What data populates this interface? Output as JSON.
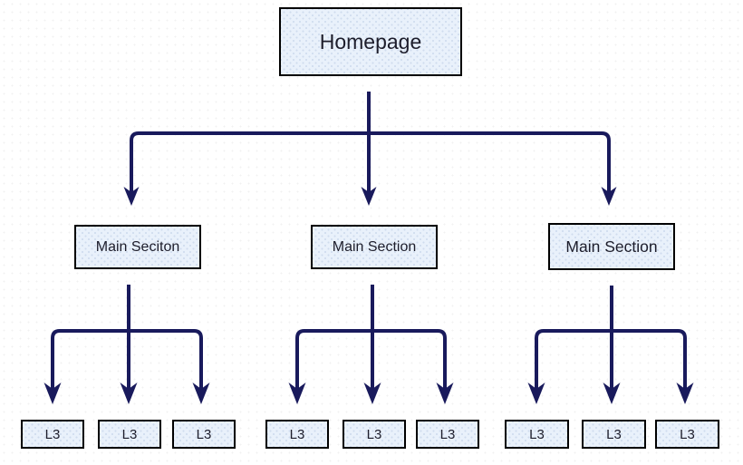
{
  "canvas": {
    "background": "#ffffff",
    "line_color": "#191a5c",
    "box_fill": "#e9f1fb",
    "box_dot": "#cfdcee",
    "box_border": "#000000",
    "text_color": "#1d1d2b"
  },
  "nodes": {
    "homepage": {
      "label": "Homepage"
    },
    "main_sections": [
      {
        "label": "Main Seciton"
      },
      {
        "label": "Main Section"
      },
      {
        "label": "Main Section"
      }
    ],
    "l3": [
      {
        "label": "L3"
      },
      {
        "label": "L3"
      },
      {
        "label": "L3"
      },
      {
        "label": "L3"
      },
      {
        "label": "L3"
      },
      {
        "label": "L3"
      },
      {
        "label": "L3"
      },
      {
        "label": "L3"
      },
      {
        "label": "L3"
      }
    ]
  }
}
